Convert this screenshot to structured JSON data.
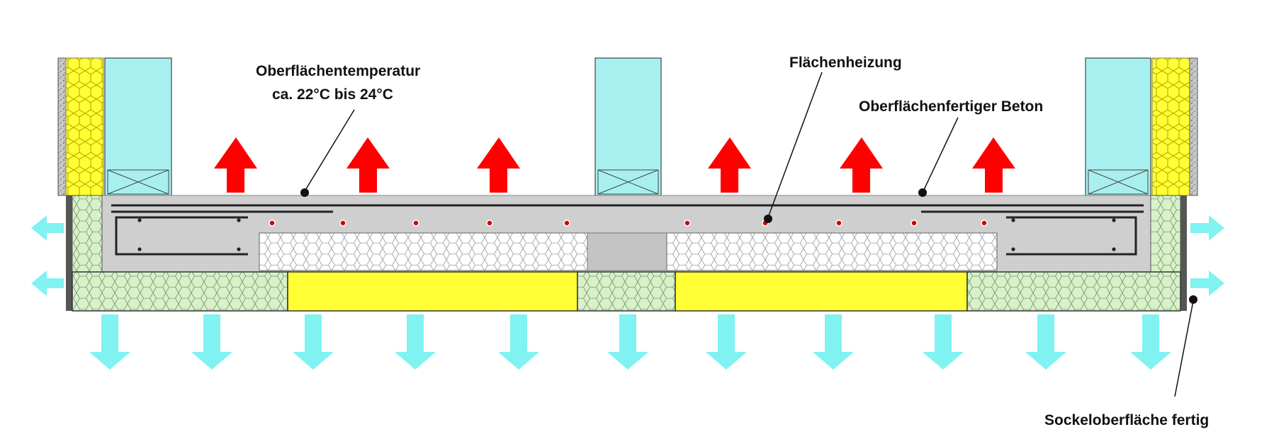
{
  "labels": {
    "surface_temp_line1": "Oberflächentemperatur",
    "surface_temp_line2": "ca. 22°C bis 24°C",
    "surface_heating": "Flächenheizung",
    "finished_concrete": "Oberflächenfertiger Beton",
    "base_surface": "Sockeloberfläche fertig"
  },
  "colors": {
    "heat_arrow": "#ff0000",
    "heat_loss_arrow": "#80f2f2",
    "insulation_yellow": "#ffff33",
    "insulation_green": "#d9f0c8",
    "concrete_grey": "#cfcfcf",
    "window_glass": "#a8f0f0",
    "heating_pipe": "#d40000"
  },
  "icons": {
    "heat_up": "arrow-up-icon",
    "loss_down": "arrow-down-icon",
    "loss_side": "arrow-side-icon"
  }
}
